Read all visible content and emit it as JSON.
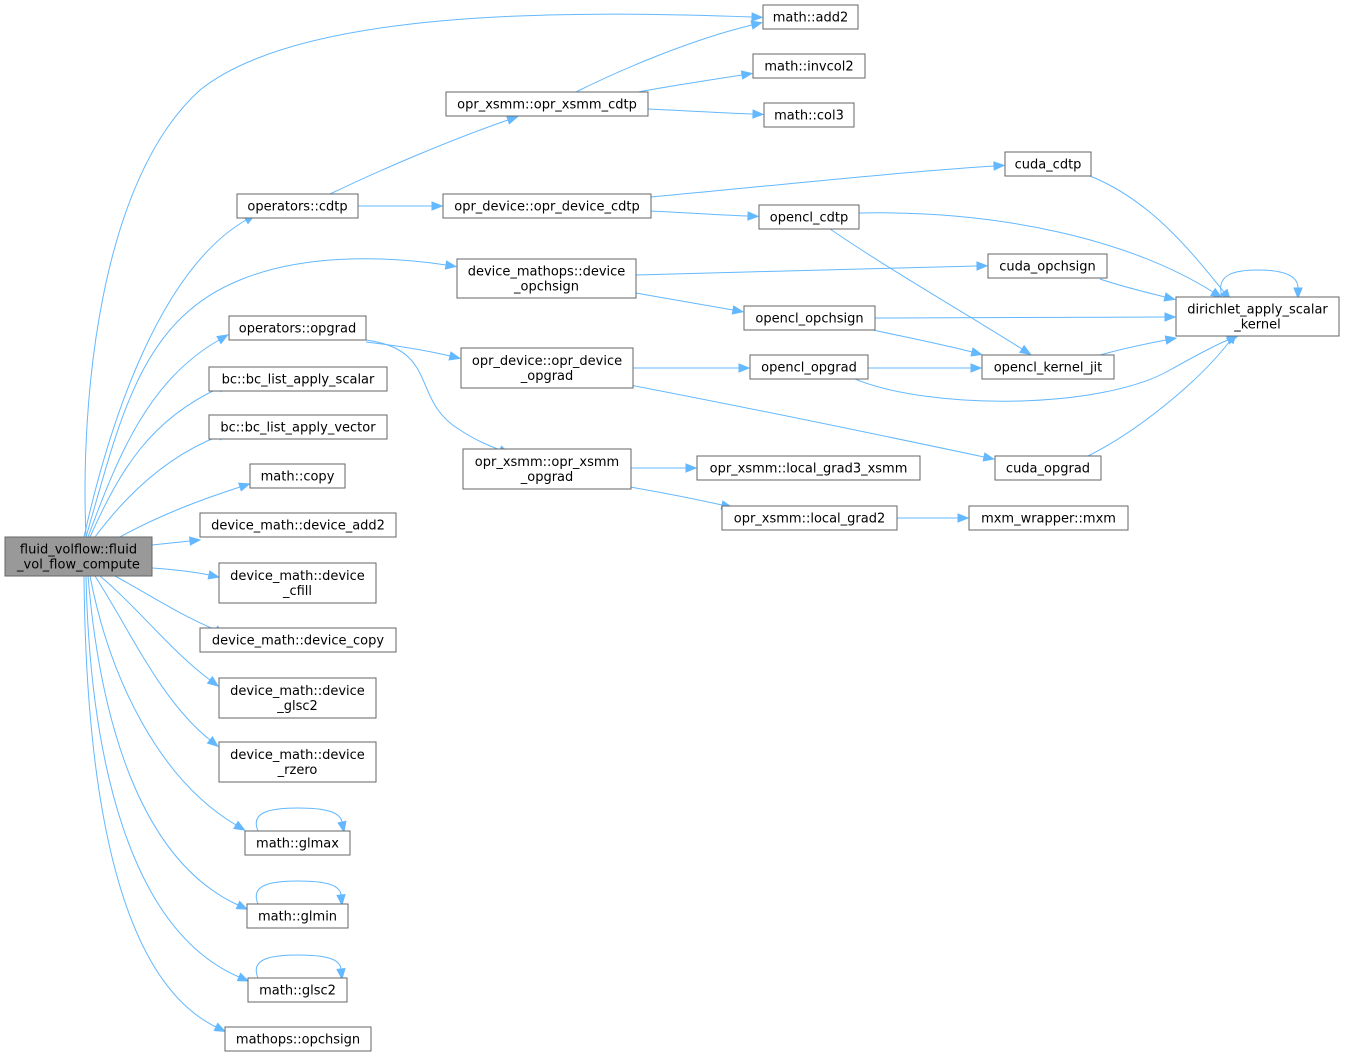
{
  "colors": {
    "edge": "#63b8ff",
    "node_border": "#666666",
    "root_fill": "#999999",
    "node_fill": "#ffffff"
  },
  "nodes": [
    {
      "id": "root",
      "lines": [
        "fluid_volflow::fluid",
        "_vol_flow_compute"
      ],
      "root": true
    },
    {
      "id": "add2",
      "lines": [
        "math::add2"
      ]
    },
    {
      "id": "invcol2",
      "lines": [
        "math::invcol2"
      ]
    },
    {
      "id": "col3",
      "lines": [
        "math::col3"
      ]
    },
    {
      "id": "xsmm_cdtp",
      "lines": [
        "opr_xsmm::opr_xsmm_cdtp"
      ]
    },
    {
      "id": "cuda_cdtp",
      "lines": [
        "cuda_cdtp"
      ]
    },
    {
      "id": "op_cdtp",
      "lines": [
        "operators::cdtp"
      ]
    },
    {
      "id": "dev_cdtp",
      "lines": [
        "opr_device::opr_device_cdtp"
      ]
    },
    {
      "id": "ocl_cdtp",
      "lines": [
        "opencl_cdtp"
      ]
    },
    {
      "id": "dmo_opchsign",
      "lines": [
        "device_mathops::device",
        "_opchsign"
      ]
    },
    {
      "id": "cuda_opchsign",
      "lines": [
        "cuda_opchsign"
      ]
    },
    {
      "id": "dirichlet",
      "lines": [
        "dirichlet_apply_scalar",
        "_kernel"
      ]
    },
    {
      "id": "op_opgrad",
      "lines": [
        "operators::opgrad"
      ]
    },
    {
      "id": "ocl_opchsign",
      "lines": [
        "opencl_opchsign"
      ]
    },
    {
      "id": "dev_opgrad",
      "lines": [
        "opr_device::opr_device",
        "_opgrad"
      ]
    },
    {
      "id": "ocl_opgrad",
      "lines": [
        "opencl_opgrad"
      ]
    },
    {
      "id": "ocl_jit",
      "lines": [
        "opencl_kernel_jit"
      ]
    },
    {
      "id": "bc_scalar",
      "lines": [
        "bc::bc_list_apply_scalar"
      ]
    },
    {
      "id": "bc_vector",
      "lines": [
        "bc::bc_list_apply_vector"
      ]
    },
    {
      "id": "xsmm_opgrad",
      "lines": [
        "opr_xsmm::opr_xsmm",
        "_opgrad"
      ]
    },
    {
      "id": "cuda_opgrad",
      "lines": [
        "cuda_opgrad"
      ]
    },
    {
      "id": "math_copy",
      "lines": [
        "math::copy"
      ]
    },
    {
      "id": "lg3_xsmm",
      "lines": [
        "opr_xsmm::local_grad3_xsmm"
      ]
    },
    {
      "id": "lg2",
      "lines": [
        "opr_xsmm::local_grad2"
      ]
    },
    {
      "id": "mxm",
      "lines": [
        "mxm_wrapper::mxm"
      ]
    },
    {
      "id": "dm_add2",
      "lines": [
        "device_math::device_add2"
      ]
    },
    {
      "id": "dm_cfill",
      "lines": [
        "device_math::device",
        "_cfill"
      ]
    },
    {
      "id": "dm_copy",
      "lines": [
        "device_math::device_copy"
      ]
    },
    {
      "id": "dm_glsc2",
      "lines": [
        "device_math::device",
        "_glsc2"
      ]
    },
    {
      "id": "dm_rzero",
      "lines": [
        "device_math::device",
        "_rzero"
      ]
    },
    {
      "id": "glmax",
      "lines": [
        "math::glmax"
      ]
    },
    {
      "id": "glmin",
      "lines": [
        "math::glmin"
      ]
    },
    {
      "id": "glsc2",
      "lines": [
        "math::glsc2"
      ]
    },
    {
      "id": "opchsign",
      "lines": [
        "mathops::opchsign"
      ]
    }
  ],
  "edges": [
    [
      "root",
      "add2"
    ],
    [
      "root",
      "op_cdtp"
    ],
    [
      "root",
      "dmo_opchsign"
    ],
    [
      "root",
      "op_opgrad"
    ],
    [
      "root",
      "bc_scalar"
    ],
    [
      "root",
      "bc_vector"
    ],
    [
      "root",
      "math_copy"
    ],
    [
      "root",
      "dm_add2"
    ],
    [
      "root",
      "dm_cfill"
    ],
    [
      "root",
      "dm_copy"
    ],
    [
      "root",
      "dm_glsc2"
    ],
    [
      "root",
      "dm_rzero"
    ],
    [
      "root",
      "glmax"
    ],
    [
      "root",
      "glmin"
    ],
    [
      "root",
      "glsc2"
    ],
    [
      "root",
      "opchsign"
    ],
    [
      "xsmm_cdtp",
      "add2"
    ],
    [
      "xsmm_cdtp",
      "invcol2"
    ],
    [
      "xsmm_cdtp",
      "col3"
    ],
    [
      "op_cdtp",
      "xsmm_cdtp"
    ],
    [
      "op_cdtp",
      "dev_cdtp"
    ],
    [
      "dev_cdtp",
      "cuda_cdtp"
    ],
    [
      "dev_cdtp",
      "ocl_cdtp"
    ],
    [
      "cuda_cdtp",
      "dirichlet"
    ],
    [
      "ocl_cdtp",
      "dirichlet"
    ],
    [
      "ocl_cdtp",
      "ocl_jit"
    ],
    [
      "dmo_opchsign",
      "cuda_opchsign"
    ],
    [
      "dmo_opchsign",
      "ocl_opchsign"
    ],
    [
      "cuda_opchsign",
      "dirichlet"
    ],
    [
      "ocl_opchsign",
      "dirichlet"
    ],
    [
      "ocl_opchsign",
      "ocl_jit"
    ],
    [
      "op_opgrad",
      "dev_opgrad"
    ],
    [
      "op_opgrad",
      "xsmm_opgrad"
    ],
    [
      "dev_opgrad",
      "ocl_opgrad"
    ],
    [
      "dev_opgrad",
      "cuda_opgrad"
    ],
    [
      "ocl_opgrad",
      "ocl_jit"
    ],
    [
      "ocl_opgrad",
      "dirichlet"
    ],
    [
      "ocl_jit",
      "dirichlet"
    ],
    [
      "cuda_opgrad",
      "dirichlet"
    ],
    [
      "xsmm_opgrad",
      "lg3_xsmm"
    ],
    [
      "xsmm_opgrad",
      "lg2"
    ],
    [
      "lg2",
      "mxm"
    ],
    [
      "dirichlet",
      "dirichlet"
    ],
    [
      "glmax",
      "glmax"
    ],
    [
      "glmin",
      "glmin"
    ],
    [
      "glsc2",
      "glsc2"
    ]
  ]
}
